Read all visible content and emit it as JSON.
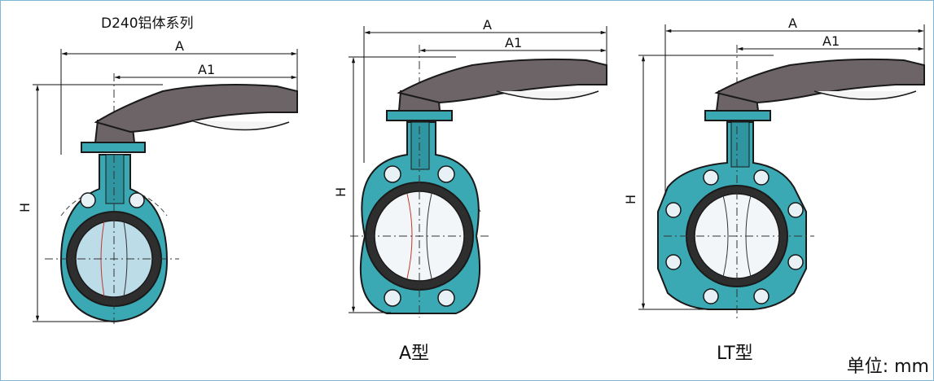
{
  "series_title": "D240铝体系列",
  "dimension_labels": {
    "overall_width": "A",
    "handle_width": "A1",
    "height": "H"
  },
  "figures": [
    {
      "caption": ""
    },
    {
      "caption": "A型"
    },
    {
      "caption": "LT型"
    }
  ],
  "unit_text": "单位: mm",
  "colors": {
    "body": "#3aa9b4",
    "liner": "#2e2e2e",
    "disc": "#bcdce8",
    "handle": "#6d6468",
    "outline": "#1a1a1a",
    "frame": "#7fb7d8"
  }
}
